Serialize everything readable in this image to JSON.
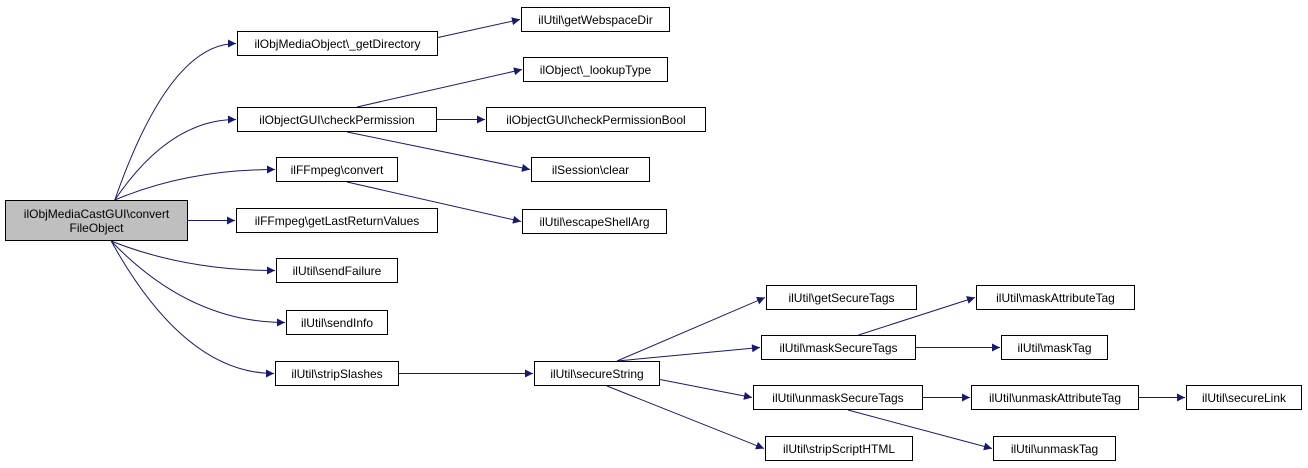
{
  "colors": {
    "edge": "#191970",
    "root_fill": "#bfbfbf",
    "node_fill": "#ffffff",
    "border": "#000000"
  },
  "nodes": {
    "root": {
      "line1": "ilObjMediaCastGUI\\convert",
      "line2": "FileObject"
    },
    "getDirectory": "ilObjMediaObject\\_getDirectory",
    "getWebspaceDir": "ilUtil\\getWebspaceDir",
    "lookupType": "ilObject\\_lookupType",
    "checkPermission": "ilObjectGUI\\checkPermission",
    "checkPermissionBool": "ilObjectGUI\\checkPermissionBool",
    "sessionClear": "ilSession\\clear",
    "ffmpegConvert": "ilFFmpeg\\convert",
    "escapeShellArg": "ilUtil\\escapeShellArg",
    "getLastReturnValues": "ilFFmpeg\\getLastReturnValues",
    "sendFailure": "ilUtil\\sendFailure",
    "sendInfo": "ilUtil\\sendInfo",
    "stripSlashes": "ilUtil\\stripSlashes",
    "secureString": "ilUtil\\secureString",
    "getSecureTags": "ilUtil\\getSecureTags",
    "maskSecureTags": "ilUtil\\maskSecureTags",
    "unmaskSecureTags": "ilUtil\\unmaskSecureTags",
    "stripScriptHTML": "ilUtil\\stripScriptHTML",
    "maskAttributeTag": "ilUtil\\maskAttributeTag",
    "maskTag": "ilUtil\\maskTag",
    "unmaskAttributeTag": "ilUtil\\unmaskAttributeTag",
    "unmaskTag": "ilUtil\\unmaskTag",
    "secureLink": "ilUtil\\secureLink"
  },
  "edges": [
    [
      "root",
      "getDirectory"
    ],
    [
      "root",
      "checkPermission"
    ],
    [
      "root",
      "ffmpegConvert"
    ],
    [
      "root",
      "getLastReturnValues"
    ],
    [
      "root",
      "sendFailure"
    ],
    [
      "root",
      "sendInfo"
    ],
    [
      "root",
      "stripSlashes"
    ],
    [
      "getDirectory",
      "getWebspaceDir"
    ],
    [
      "checkPermission",
      "lookupType"
    ],
    [
      "checkPermission",
      "checkPermissionBool"
    ],
    [
      "checkPermission",
      "sessionClear"
    ],
    [
      "ffmpegConvert",
      "escapeShellArg"
    ],
    [
      "stripSlashes",
      "secureString"
    ],
    [
      "secureString",
      "getSecureTags"
    ],
    [
      "secureString",
      "maskSecureTags"
    ],
    [
      "secureString",
      "unmaskSecureTags"
    ],
    [
      "secureString",
      "stripScriptHTML"
    ],
    [
      "maskSecureTags",
      "maskAttributeTag"
    ],
    [
      "maskSecureTags",
      "maskTag"
    ],
    [
      "unmaskSecureTags",
      "unmaskAttributeTag"
    ],
    [
      "unmaskSecureTags",
      "unmaskTag"
    ],
    [
      "unmaskAttributeTag",
      "secureLink"
    ]
  ]
}
